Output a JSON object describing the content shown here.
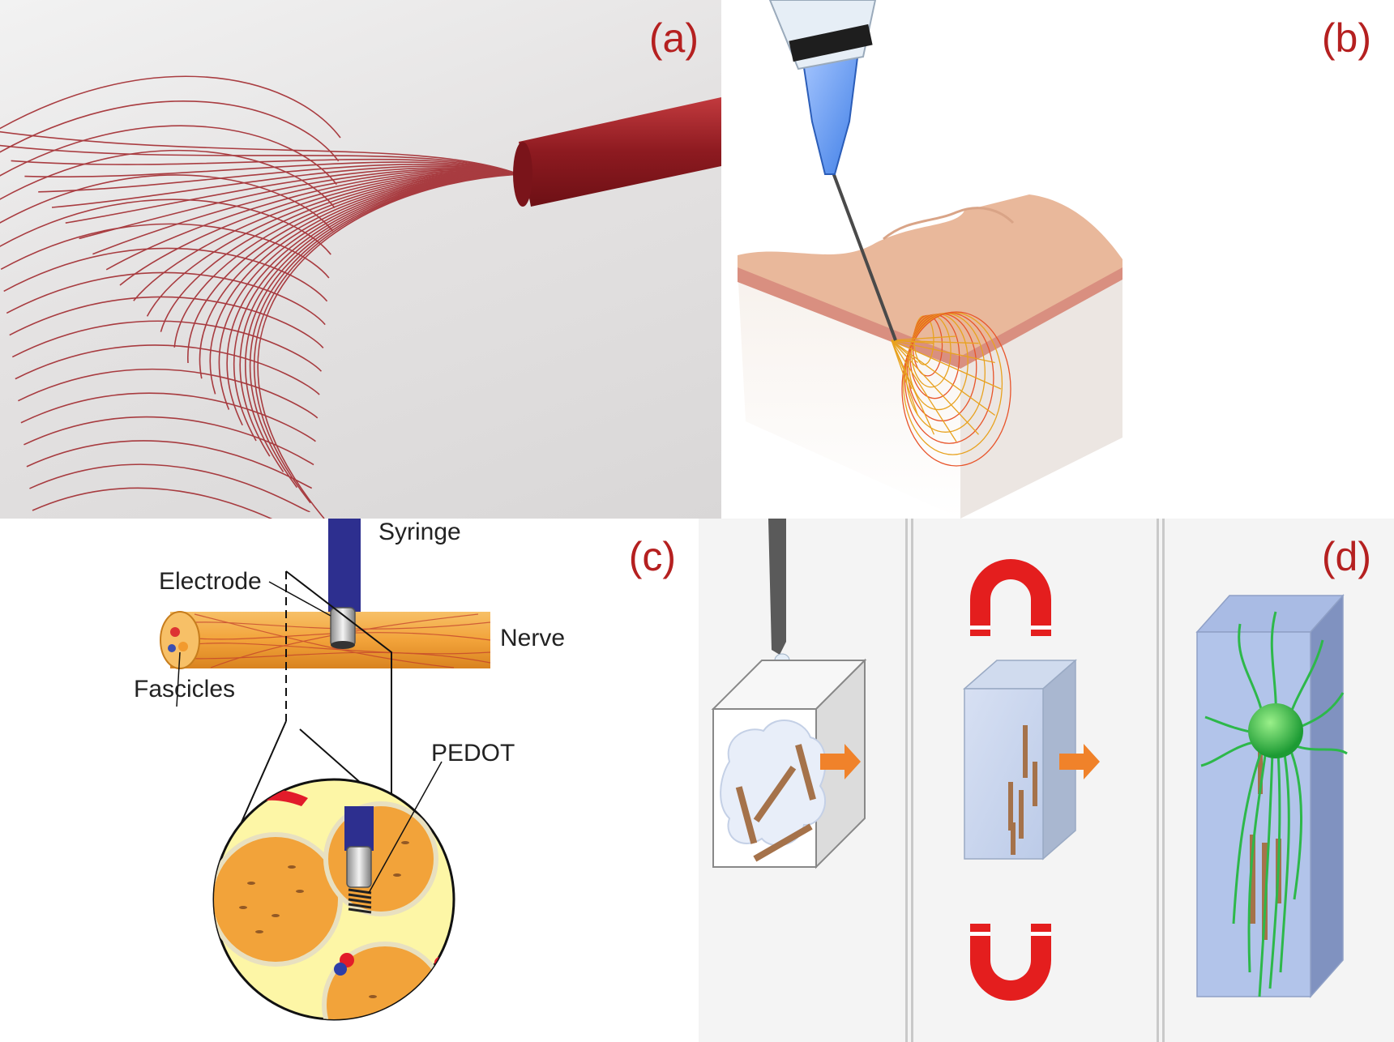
{
  "panels": {
    "a": {
      "label": "(a)"
    },
    "b": {
      "label": "(b)"
    },
    "c": {
      "label": "(c)",
      "callouts": {
        "syringe": "Syringe",
        "electrode": "Electrode",
        "nerve": "Nerve",
        "fascicles": "Fascicles",
        "pedot": "PEDOT"
      }
    },
    "d": {
      "label": "(d)"
    }
  },
  "colors": {
    "label_red": "#b52020",
    "mesh_red": "#9e1f24",
    "nerve_orange": "#f2a33a",
    "syringe_blue": "#2d2f8f",
    "magnet_red": "#e41e1e",
    "arrow_orange": "#f0822a",
    "neuron_green": "#2db84a"
  }
}
